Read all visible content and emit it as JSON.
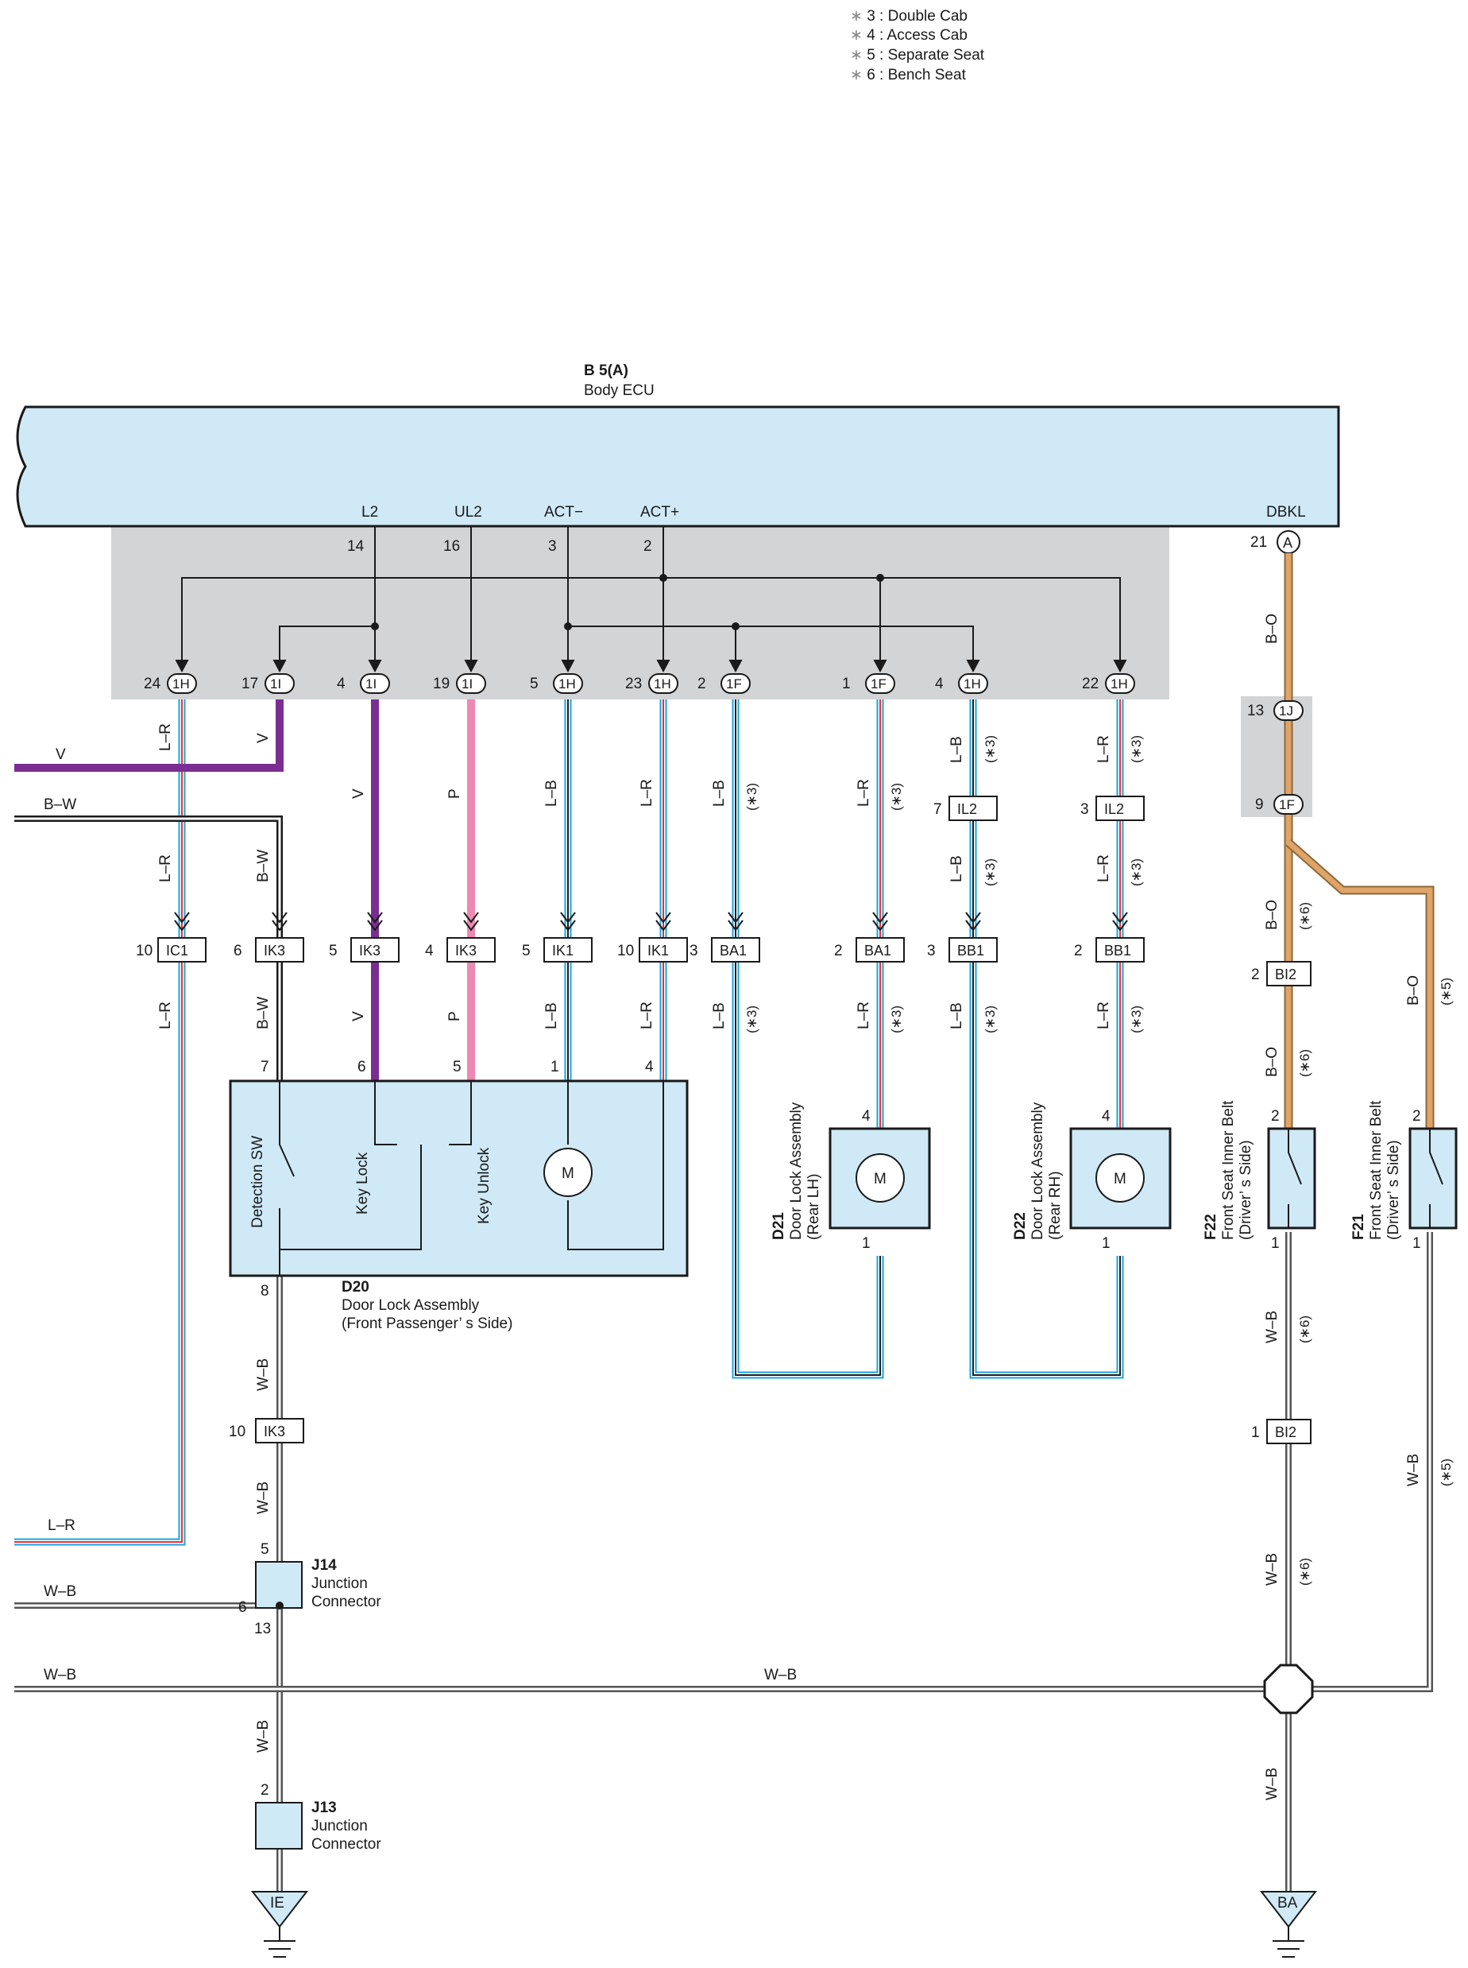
{
  "notes": [
    {
      "mark": "*",
      "text": "3 : Double Cab"
    },
    {
      "mark": "*",
      "text": "4 : Access Cab"
    },
    {
      "mark": "*",
      "text": "5 : Separate Seat"
    },
    {
      "mark": "*",
      "text": "6 : Bench Seat"
    }
  ],
  "ecu": {
    "code": "B 5(A)",
    "name": "Body ECU",
    "terminals": [
      "L2",
      "UL2",
      "ACT−",
      "ACT+",
      "DBKL"
    ],
    "pins": [
      "14",
      "16",
      "3",
      "2",
      "21"
    ],
    "pin_connector": "A"
  },
  "junction_row": [
    {
      "pin": "24",
      "id": "1H"
    },
    {
      "pin": "17",
      "id": "1I"
    },
    {
      "pin": "4",
      "id": "1I"
    },
    {
      "pin": "19",
      "id": "1I"
    },
    {
      "pin": "5",
      "id": "1H"
    },
    {
      "pin": "23",
      "id": "1H"
    },
    {
      "pin": "2",
      "id": "1F"
    },
    {
      "pin": "1",
      "id": "1F"
    },
    {
      "pin": "4",
      "id": "1H"
    },
    {
      "pin": "22",
      "id": "1H"
    }
  ],
  "right_junction": [
    {
      "pin": "13",
      "id": "1J"
    },
    {
      "pin": "9",
      "id": "1F"
    }
  ],
  "connectors_row": [
    {
      "pin": "10",
      "id": "IC1"
    },
    {
      "pin": "6",
      "id": "IK3"
    },
    {
      "pin": "5",
      "id": "IK3"
    },
    {
      "pin": "4",
      "id": "IK3"
    },
    {
      "pin": "5",
      "id": "IK1"
    },
    {
      "pin": "10",
      "id": "IK1"
    },
    {
      "pin": "3",
      "id": "BA1"
    },
    {
      "pin": "2",
      "id": "BA1"
    },
    {
      "pin": "3",
      "id": "BB1"
    },
    {
      "pin": "2",
      "id": "BB1"
    }
  ],
  "il2": [
    {
      "pin": "7",
      "id": "IL2"
    },
    {
      "pin": "3",
      "id": "IL2"
    }
  ],
  "bi2": [
    {
      "pin": "2",
      "id": "BI2"
    },
    {
      "pin": "1",
      "id": "BI2"
    }
  ],
  "wire_labels": {
    "V": "V",
    "BW": "B–W",
    "LR": "L–R",
    "LB": "L–B",
    "P": "P",
    "BO": "B–O",
    "WB": "W–B",
    "n3": "(∗3)",
    "n5": "(∗5)",
    "n6": "(∗6)"
  },
  "d20": {
    "code": "D20",
    "name1": "Door Lock Assembly",
    "name2": "(Front Passenger’ s Side)",
    "sw1": "Detection SW",
    "sw2": "Key Lock",
    "sw3": "Key Unlock",
    "motor": "M",
    "pins_top": [
      "7",
      "6",
      "5",
      "1",
      "4"
    ],
    "pin_bottom": "8"
  },
  "d21": {
    "code": "D21",
    "name1": "Door Lock Assembly",
    "name2": "(Rear LH)",
    "pin_top": "4",
    "pin_bottom": "1"
  },
  "d22": {
    "code": "D22",
    "name1": "Door Lock Assembly",
    "name2": "(Rear RH)",
    "pin_top": "4",
    "pin_bottom": "1"
  },
  "f22": {
    "code": "F22",
    "name1": "Front Seat Inner Belt",
    "name2": "(Driver’ s Side)",
    "pin_top": "2",
    "pin_bottom": "1"
  },
  "f21": {
    "code": "F21",
    "name1": "Front Seat Inner Belt",
    "name2": "(Driver’ s Side)",
    "pin_top": "2",
    "pin_bottom": "1"
  },
  "ik3_lower": {
    "pin": "10",
    "id": "IK3"
  },
  "j14": {
    "code": "J14",
    "name1": "Junction",
    "name2": "Connector",
    "pins": [
      "5",
      "6",
      "13"
    ]
  },
  "j13": {
    "code": "J13",
    "name1": "Junction",
    "name2": "Connector",
    "pin": "2"
  },
  "grounds": [
    "IE",
    "BA"
  ],
  "colors": {
    "ecu_fill": "#cfe9f7",
    "gray": "#d3d4d6",
    "violet": "#7a2e91",
    "pink": "#ee88b2",
    "blue": "#1aa3e0",
    "red": "#e8303a",
    "orange": "#e0a468"
  }
}
